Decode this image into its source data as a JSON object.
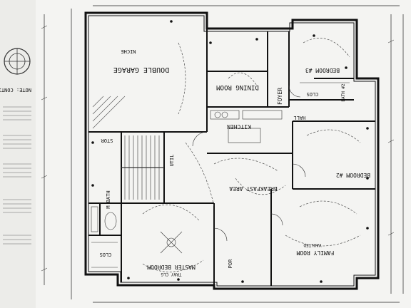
{
  "rooms": {
    "double_garage": "DOUBLE GARAGE",
    "dining_room": "DINING ROOM",
    "kitchen": "KITCHEN",
    "bedroom_3": "BEDROOM #3",
    "bedroom_2": "BEDROOM #2",
    "breakfast_area": "BREAKFAST AREA",
    "family_room": "FAMILY ROOM",
    "master_bedroom": "MASTER BEDROOM",
    "master_bath": "M BATH",
    "foyer": "FOYER",
    "hall": "HALL",
    "clos_master": "CLOS",
    "clos_bed3": "CLOS",
    "stor": "STOR",
    "util": "UTIL",
    "bath_2": "BATH #2",
    "por": "POR"
  },
  "notes": {
    "niche": "NICHE",
    "tray_clg": "TRAY CLG",
    "vaulted": "VAULTED",
    "plan_note_left": "NOTE: CONTINU... WALLS TH..."
  },
  "colors": {
    "ink": "#111111",
    "paper": "#f4f4f2",
    "hatch": "#555555"
  }
}
